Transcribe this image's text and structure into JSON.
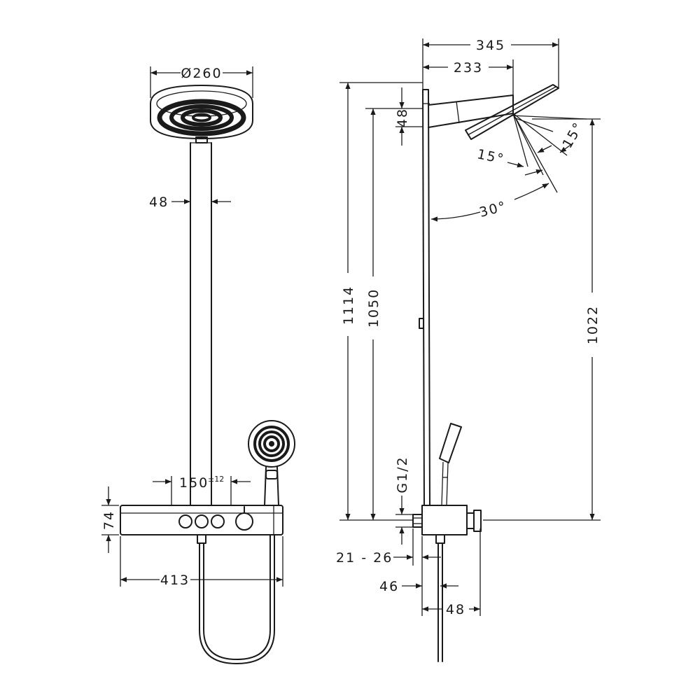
{
  "front_view": {
    "dim_head_diameter": "Ø260",
    "dim_pipe_width": "48",
    "dim_spacing": "150",
    "dim_spacing_tolerance": "±12",
    "dim_thermostat_height": "74",
    "dim_thermostat_width": "413"
  },
  "side_view": {
    "dim_projection_total": "345",
    "dim_projection_arm": "233",
    "dim_total_height": "1114",
    "dim_height_to_arm": "1050",
    "dim_arm_thickness": "48",
    "dim_head_height": "1022",
    "angle_tilt_a": "15°",
    "angle_tilt_b": "15°",
    "angle_range": "30°",
    "dim_thread": "G1/2",
    "dim_wall_distance": "21 - 26",
    "dim_body_offset": "46",
    "dim_body_depth": "48"
  }
}
